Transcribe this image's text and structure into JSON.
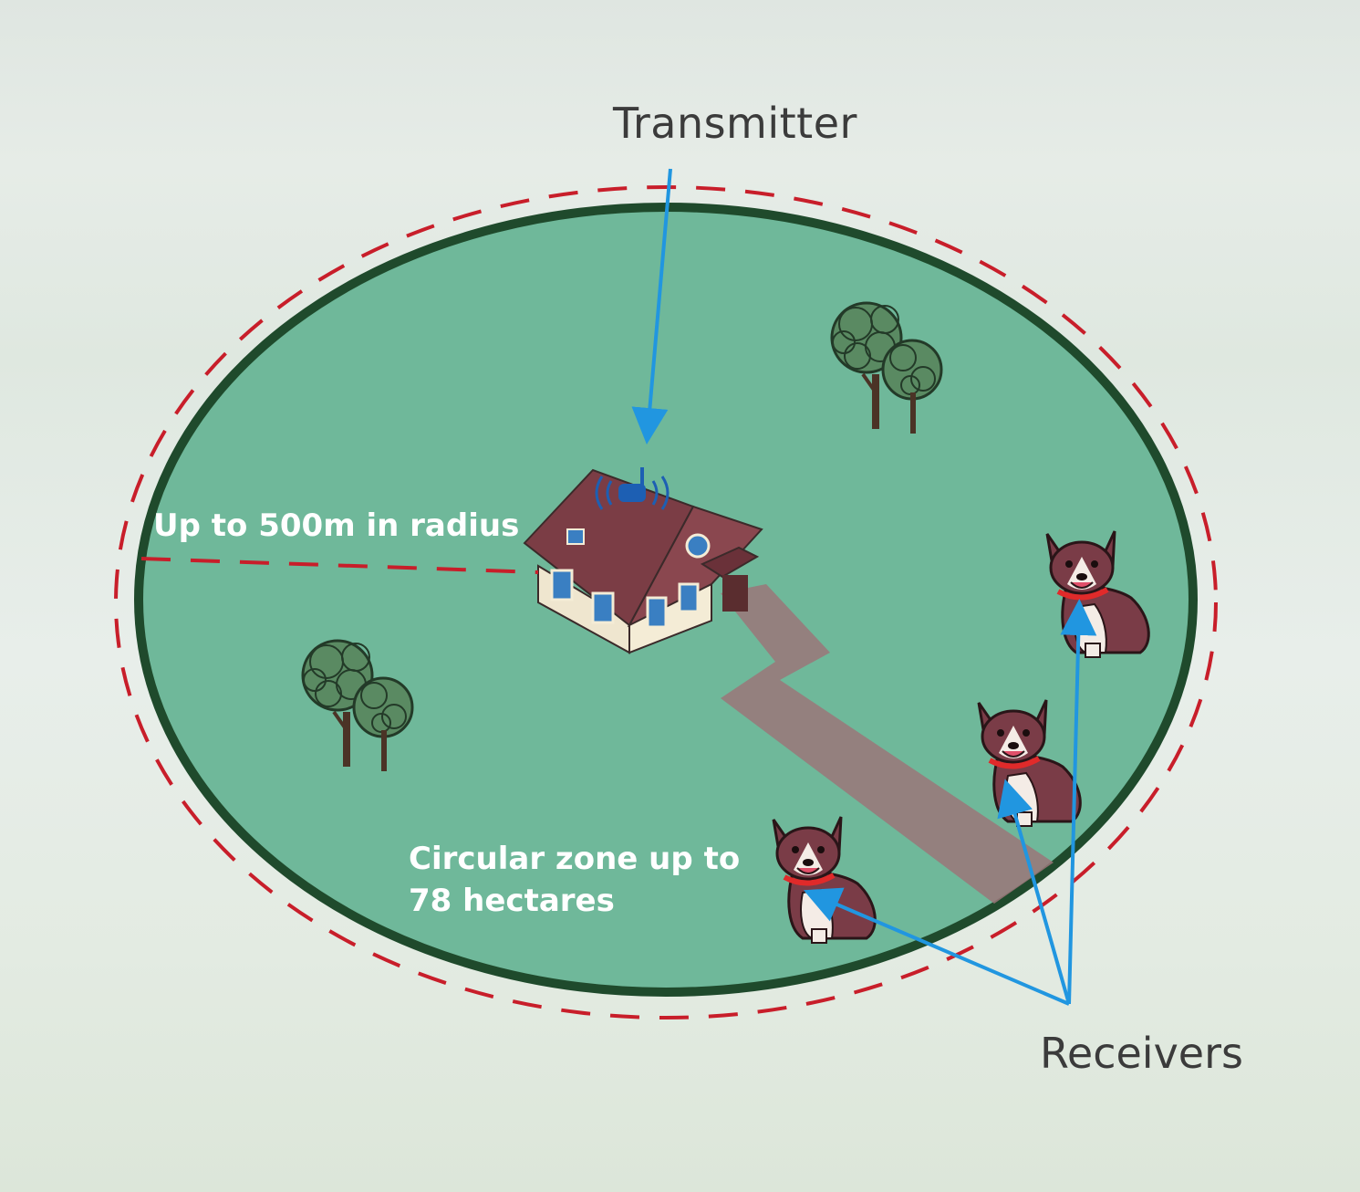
{
  "labels": {
    "transmitter": "Transmitter",
    "receivers": "Receivers",
    "radius": "Up to 500m in radius",
    "zone_line1": "Circular zone up to",
    "zone_line2": "78 hectares"
  },
  "icons": [
    "house-icon",
    "antenna-icon",
    "tree-icon",
    "dog-icon"
  ],
  "colors": {
    "zone_fill": "#6fb89a",
    "zone_border": "#1f4a2c",
    "boundary_dash": "#c81e2a",
    "arrow": "#2196e0",
    "label_dark": "#3b3b3b",
    "label_light": "#ffffff"
  }
}
